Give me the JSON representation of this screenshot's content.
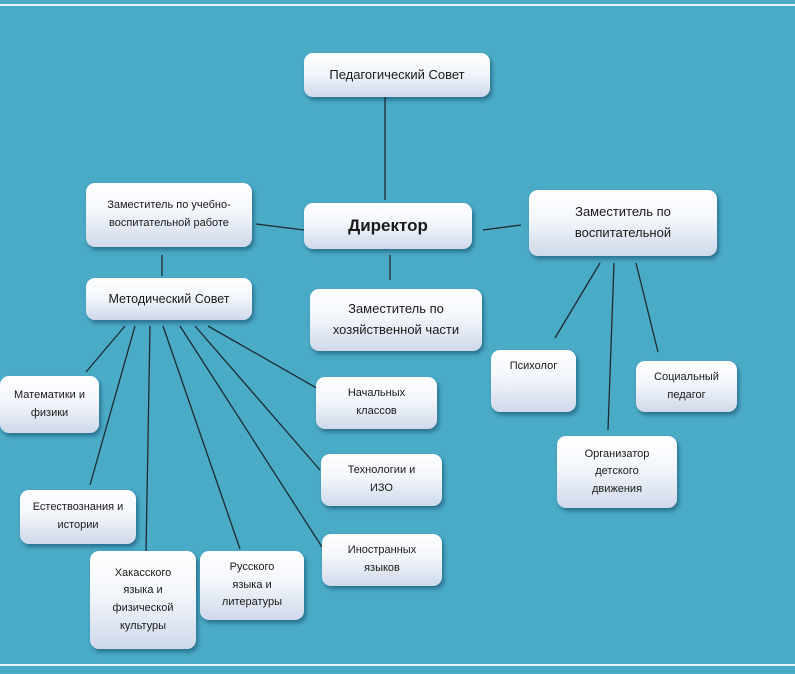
{
  "diagram": {
    "nodes": {
      "council": "Педагогический Совет",
      "director": "Директор",
      "deputy_edu": "Заместитель по учебно-воспитательной работе",
      "deputy_upbringing": "Заместитель по воспитательной",
      "deputy_economic": "Заместитель по хозяйственной части",
      "method_council": "Методический Совет",
      "math": "Математики и физики",
      "primary": "Начальных классов",
      "tech": "Технологии и ИЗО",
      "science": "Естествознания и истории",
      "foreign": "Иностранных языков",
      "khakas": "Хакасского языка и физической культуры",
      "russian": "Русского языка и литературы",
      "psychologist": "Психолог",
      "social": "Социальный педагог",
      "organizer": "Организатор детского движения"
    }
  }
}
